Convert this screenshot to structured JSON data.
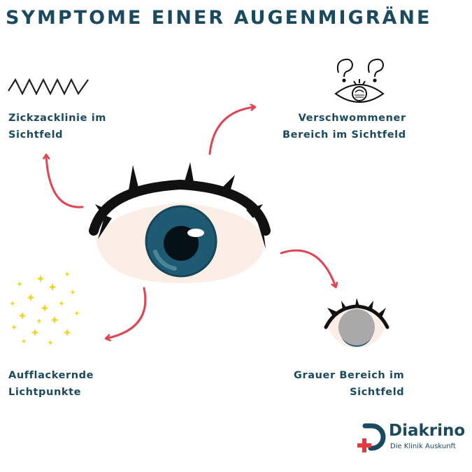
{
  "title": "SYMPTOME EINER AUGENMIGRÄNE",
  "symptoms": {
    "zickzack": {
      "line1": "Zickzacklinie im",
      "line2": "Sichtfeld",
      "icon": "zigzag-line-icon"
    },
    "verschwommen": {
      "line1": "Verschwommener",
      "line2": "Bereich im Sichtfeld",
      "icon": "blurry-eye-icon"
    },
    "lichtpunkte": {
      "line1": "Aufflackernde",
      "line2": "Lichtpunkte",
      "icon": "sparkles-icon"
    },
    "grau": {
      "line1": "Grauer Bereich im",
      "line2": "Sichtfeld",
      "icon": "grey-eye-icon"
    }
  },
  "logo": {
    "name": "Diakrino",
    "tagline": "Die Klinik Auskunft"
  },
  "colors": {
    "title": "#1b4a5e",
    "arrow": "#e04452",
    "iris": "#1f5a73",
    "sparkle": "#f2d21b",
    "cross": "#e03a45"
  }
}
